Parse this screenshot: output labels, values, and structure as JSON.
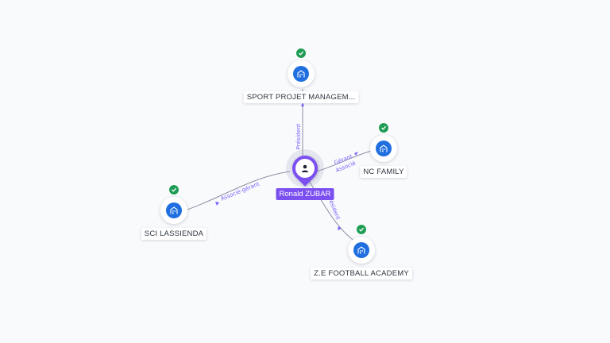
{
  "center": {
    "name": "Ronald ZUBAR",
    "icon": "person-icon",
    "color": "#7b4ff0"
  },
  "companies": [
    {
      "key": "sport",
      "name": "SPORT PROJET MANAGEM...",
      "icon": "building-icon",
      "verified": true
    },
    {
      "key": "ncfamily",
      "name": "NC FAMILY",
      "icon": "building-icon",
      "verified": true
    },
    {
      "key": "lassienda",
      "name": "SCI LASSIENDA",
      "icon": "building-icon",
      "verified": true
    },
    {
      "key": "zefootball",
      "name": "Z.E FOOTBALL ACADEMY",
      "icon": "building-icon",
      "verified": true
    }
  ],
  "relations": [
    {
      "to": "sport",
      "label": "Président"
    },
    {
      "to": "ncfamily",
      "label": "Gérant",
      "label2": "Associé"
    },
    {
      "to": "lassienda",
      "label": "Associé-gérant"
    },
    {
      "to": "zefootball",
      "label": "Président"
    }
  ],
  "colors": {
    "company": "#1f6fe0",
    "verified": "#1f9d55",
    "edge_label": "#7b61ff"
  }
}
